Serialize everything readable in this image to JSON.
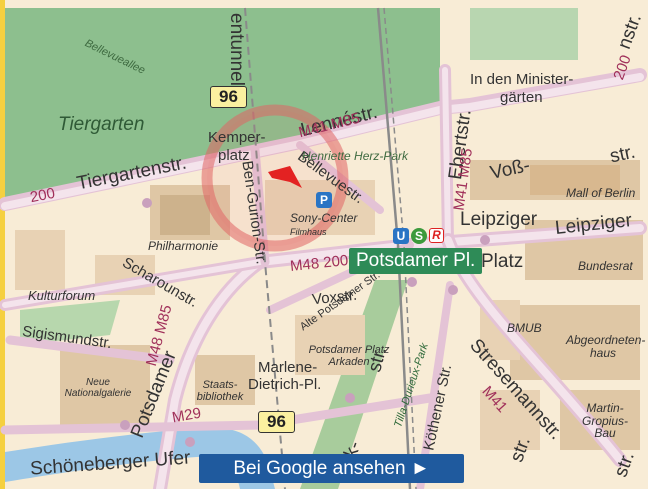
{
  "map": {
    "areas": {
      "park": "Tiergarten"
    },
    "streets": [
      {
        "id": "bellevueallee",
        "text": "Bellevueallee"
      },
      {
        "id": "tiergartenstr",
        "text": "Tiergartenstr."
      },
      {
        "id": "lennestr",
        "text": "Lennéstr."
      },
      {
        "id": "bellevuestr",
        "text": "Bellevuestr."
      },
      {
        "id": "ebertstr",
        "text": "Ebertstr."
      },
      {
        "id": "vossstr",
        "text": "Voß-"
      },
      {
        "id": "vossstr-end",
        "text": "str."
      },
      {
        "id": "leipziger-platz",
        "text": "Leipziger"
      },
      {
        "id": "leipziger-str",
        "text": "Leipziger"
      },
      {
        "id": "platz",
        "text": "Platz"
      },
      {
        "id": "ben-gurion",
        "text": "Ben-Gurion-Str."
      },
      {
        "id": "scharounstr",
        "text": "Scharounstr."
      },
      {
        "id": "voxstr",
        "text": "Voxstr."
      },
      {
        "id": "alte-potsdamer",
        "text": "Alte Potsdamer Str."
      },
      {
        "id": "sigismundstr",
        "text": "Sigismundstr."
      },
      {
        "id": "potsdamer",
        "text": "Potsdamer"
      },
      {
        "id": "str-a",
        "text": "str."
      },
      {
        "id": "stresemannstr",
        "text": "Stresemannstr."
      },
      {
        "id": "koethener",
        "text": "Köthener Str."
      },
      {
        "id": "schoeneberger",
        "text": "Schöneberger Ufer"
      },
      {
        "id": "tilla",
        "text": "Tilla-Durieux-Park"
      },
      {
        "id": "str-b",
        "text": "str."
      },
      {
        "id": "mstr",
        "text": "nstr."
      },
      {
        "id": "entunnel",
        "text": "entunnel"
      },
      {
        "id": "str-c",
        "text": "str."
      },
      {
        "id": "marlene",
        "text": "Marlene-"
      },
      {
        "id": "dietrich",
        "text": "Dietrich-Pl."
      },
      {
        "id": "kemper1",
        "text": "Kemper-"
      },
      {
        "id": "kemper2",
        "text": "platz"
      },
      {
        "id": "min1",
        "text": "In den Minister-"
      },
      {
        "id": "min2",
        "text": "gärten"
      },
      {
        "id": "k-frag",
        "text": "k-"
      }
    ],
    "routes": [
      {
        "id": "m41-m85-top",
        "text": "M41 M85"
      },
      {
        "id": "m41-m85-ebert",
        "text": "M41 M85"
      },
      {
        "id": "m48-m85",
        "text": "M48 M85"
      },
      {
        "id": "m48-200",
        "text": "M48 200"
      },
      {
        "id": "r200-left",
        "text": "200"
      },
      {
        "id": "r200-right",
        "text": "200"
      },
      {
        "id": "m29",
        "text": "M29"
      },
      {
        "id": "m41-bottom",
        "text": "M41"
      }
    ],
    "road_numbers": [
      {
        "id": "b96-top",
        "text": "96"
      },
      {
        "id": "b96-bottom",
        "text": "96"
      }
    ],
    "pois": [
      {
        "id": "henriette",
        "text": "Henriette Herz-Park"
      },
      {
        "id": "sony",
        "text": "Sony-Center"
      },
      {
        "id": "filmhaus",
        "text": "Filmhaus"
      },
      {
        "id": "philharmonie",
        "text": "Philharmonie"
      },
      {
        "id": "kulturforum",
        "text": "Kulturforum"
      },
      {
        "id": "neue-nat",
        "text": "Neue Nationalgalerie"
      },
      {
        "id": "staatsbib",
        "text": "Staats-bibliothek"
      },
      {
        "id": "arkaden",
        "text": "Potsdamer Platz Arkaden"
      },
      {
        "id": "mall",
        "text": "Mall of Berlin"
      },
      {
        "id": "bundesrat",
        "text": "Bundesrat"
      },
      {
        "id": "bmub",
        "text": "BMUB"
      },
      {
        "id": "abgeordneten",
        "text": "Abgeordneten-haus"
      },
      {
        "id": "gropius",
        "text": "Martin-Gropius-Bau"
      }
    ],
    "station": "Potsdamer Pl.",
    "symbols": {
      "parking": "P",
      "ubahn": "U",
      "sbahn": "S",
      "regional": "R"
    },
    "colors": {
      "park": "#8dbf8e",
      "land": "#f8ecd6",
      "road": "#e4c3d6",
      "rail": "#8a8a8a",
      "station": "#2e8b57",
      "button": "#1f5a9e",
      "marker": "#e32222",
      "ring": "#e06464"
    }
  },
  "button": {
    "label": "Bei Google ansehen ►"
  }
}
